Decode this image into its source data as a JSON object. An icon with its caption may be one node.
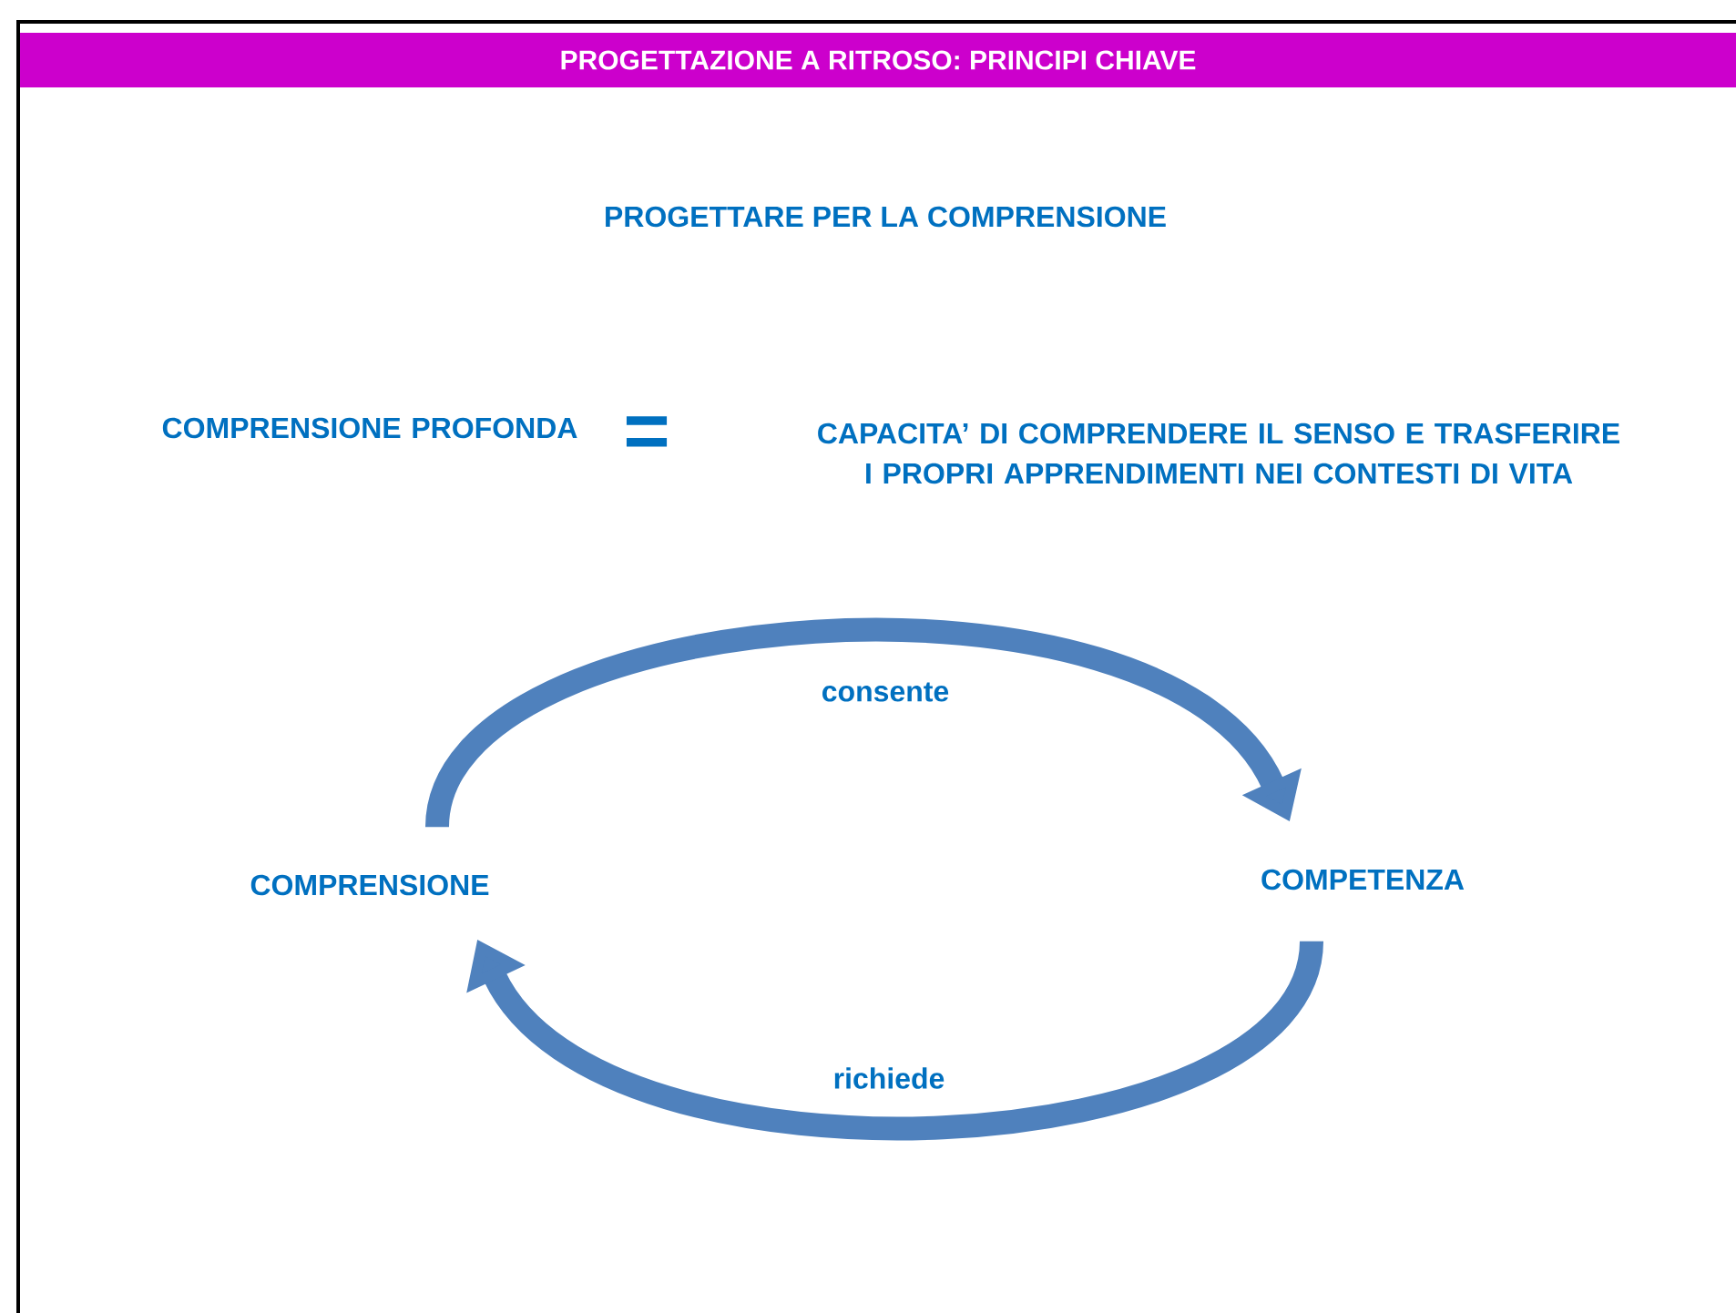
{
  "diagram": {
    "title": "PROGETTAZIONE A RITROSO: PRINCIPI CHIAVE",
    "nodes": [
      {
        "text": [
          "COMPRENSIONE PROFONDA"
        ]
      },
      {
        "text": [
          "CAPACITA’ DI COMPRENDERE IL SENSO E TRASFERIRE I PROPRI APPRENDIMENTI NEI CONTESTI DI VITA"
        ]
      },
      {
        "text": [
          "COMPRENSIONE"
        ]
      },
      {
        "text": [
          "COMPETENZA"
        ]
      }
    ],
    "edges": [
      {
        "from": 2,
        "to": 3,
        "arrow": "to",
        "label": "consente"
      },
      {
        "from": 3,
        "to": 2,
        "arrow": "to",
        "label": "richiede"
      }
    ],
    "labels": [
      "PROGETTARE PER LA COMPRENSIONE",
      "="
    ]
  }
}
